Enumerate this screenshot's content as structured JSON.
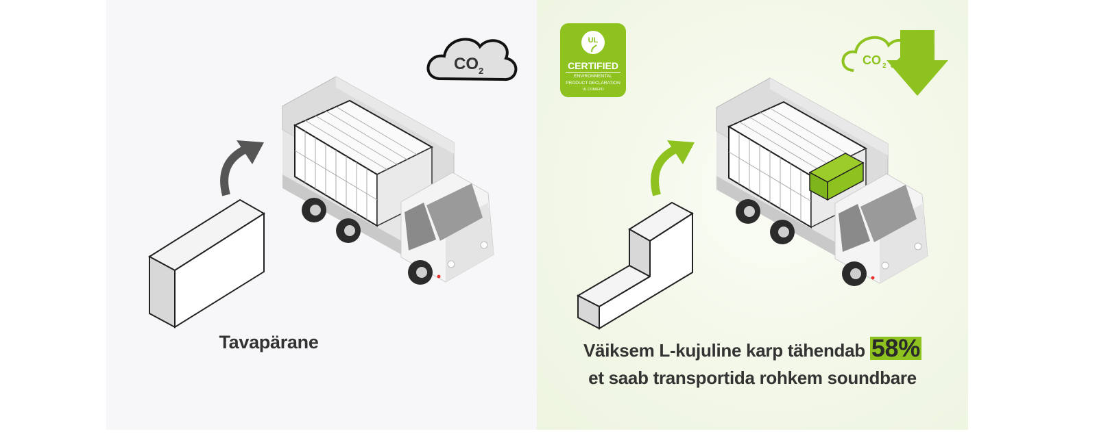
{
  "left": {
    "caption": "Tavapärane",
    "cloud_label": "CO",
    "cloud_sub": "2"
  },
  "right": {
    "caption_line1": "Väiksem L-kujuline karp tähendab",
    "highlight": "58%",
    "caption_line2": "et saab transportida rohkem soundbare",
    "cloud_label": "CO",
    "cloud_sub": "2",
    "badge": {
      "logo": "UL",
      "title": "CERTIFIED",
      "line1": "ENVIRONMENTAL",
      "line2": "PRODUCT DECLARATION",
      "line3": "UL.COM/EPD"
    }
  },
  "colors": {
    "accent": "#8dc21f",
    "text": "#333333",
    "dark_arrow": "#555555"
  },
  "icons": [
    "co2-cloud-icon",
    "curved-arrow-icon",
    "down-arrow-icon",
    "truck-icon",
    "box-icon",
    "ul-certified-badge"
  ]
}
